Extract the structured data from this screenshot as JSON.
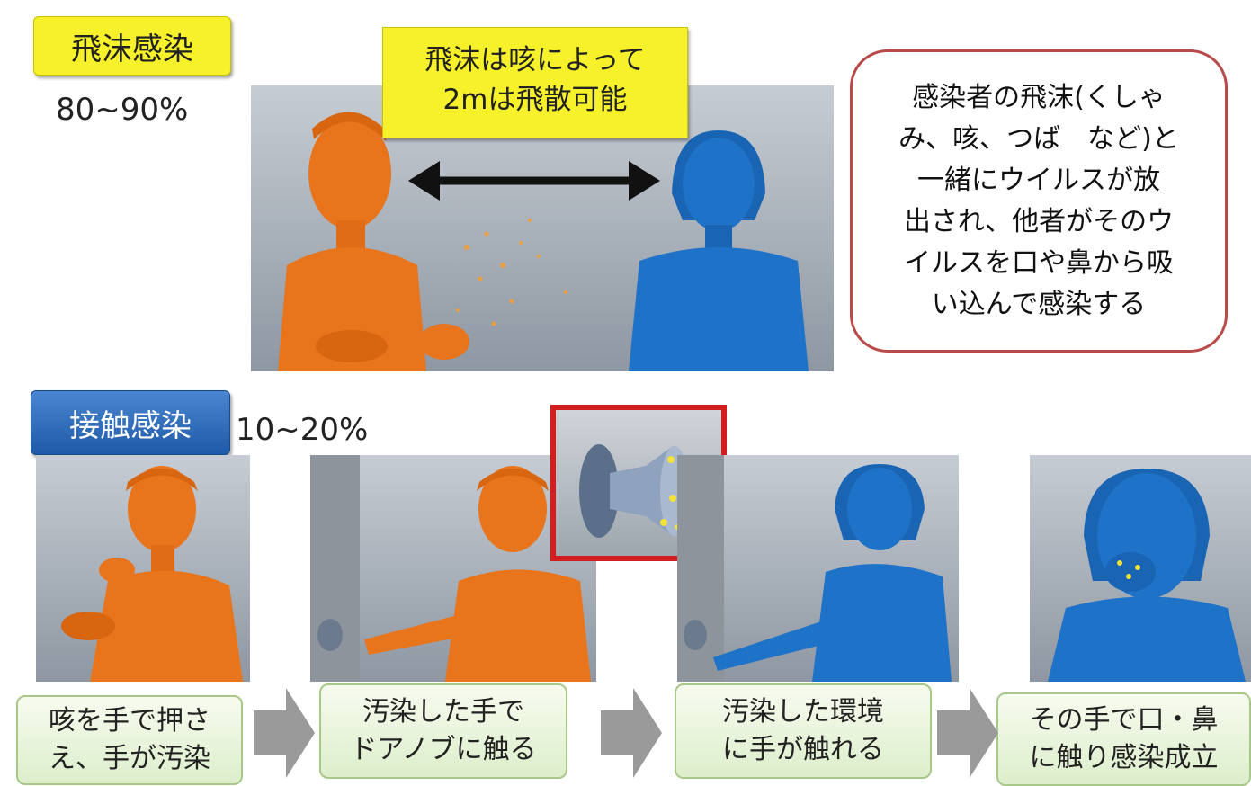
{
  "droplet": {
    "label": "飛沫感染",
    "percent": "80~90%",
    "distance_note_line1": "飛沫は咳によって",
    "distance_note_line2": "2mは飛散可能",
    "description": [
      "感染者の飛沫(くしゃ",
      "み、咳、つば　など)と",
      "一緒にウイルスが放",
      "出され、他者がそのウ",
      "イルスを口や鼻から吸",
      "い込んで感染する"
    ]
  },
  "contact": {
    "label": "接触感染",
    "percent": "10~20%",
    "steps": [
      {
        "line1": "咳を手で押さ",
        "line2": "え、手が汚染"
      },
      {
        "line1": "汚染した手で",
        "line2": "ドアノブに触る"
      },
      {
        "line1": "汚染した環境",
        "line2": "に手が触れる"
      },
      {
        "line1": "その手で口・鼻",
        "line2": "に触り感染成立"
      }
    ]
  },
  "colors": {
    "infected": "#e8741c",
    "healthy": "#1e72c8",
    "highlight_box": "#d21e1e",
    "tag_yellow": "#f6f12a",
    "tag_blue": "#2f6fc0",
    "callout_border": "#b84a4a",
    "step_arrow": "#9a9a9a"
  },
  "icons": [
    "double-arrow-icon",
    "door-knob-icon",
    "step-arrow-icon"
  ]
}
